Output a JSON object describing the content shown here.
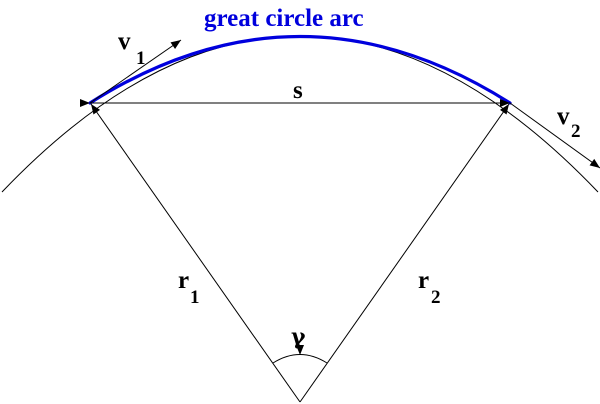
{
  "diagram": {
    "title": "great circle arc",
    "chord_label": "s",
    "angle_label": "γ",
    "velocity_1": {
      "symbol": "v",
      "subscript": "1"
    },
    "velocity_2": {
      "symbol": "v",
      "subscript": "2"
    },
    "radius_1": {
      "symbol": "r",
      "subscript": "1"
    },
    "radius_2": {
      "symbol": "r",
      "subscript": "2"
    }
  },
  "colors": {
    "arc": "#0000dd",
    "title": "#0000dd",
    "lines": "#000000",
    "background": "#ffffff"
  }
}
